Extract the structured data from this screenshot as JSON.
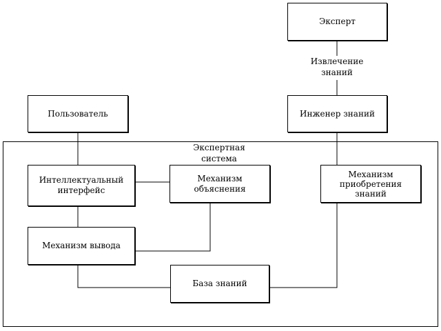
{
  "diagram": {
    "expert": "Эксперт",
    "extraction": "Извлечение знаний",
    "knowledge_engineer": "Инженер знаний",
    "user": "Пользователь",
    "expert_system": "Экспертная система",
    "intelligent_interface": "Интеллектуальный интерфейс",
    "explanation_mechanism": "Механизм объяснения",
    "acquisition_mechanism": "Механизм приобретения знаний",
    "inference_mechanism": "Механизм вывода",
    "knowledge_base": "База знаний"
  }
}
